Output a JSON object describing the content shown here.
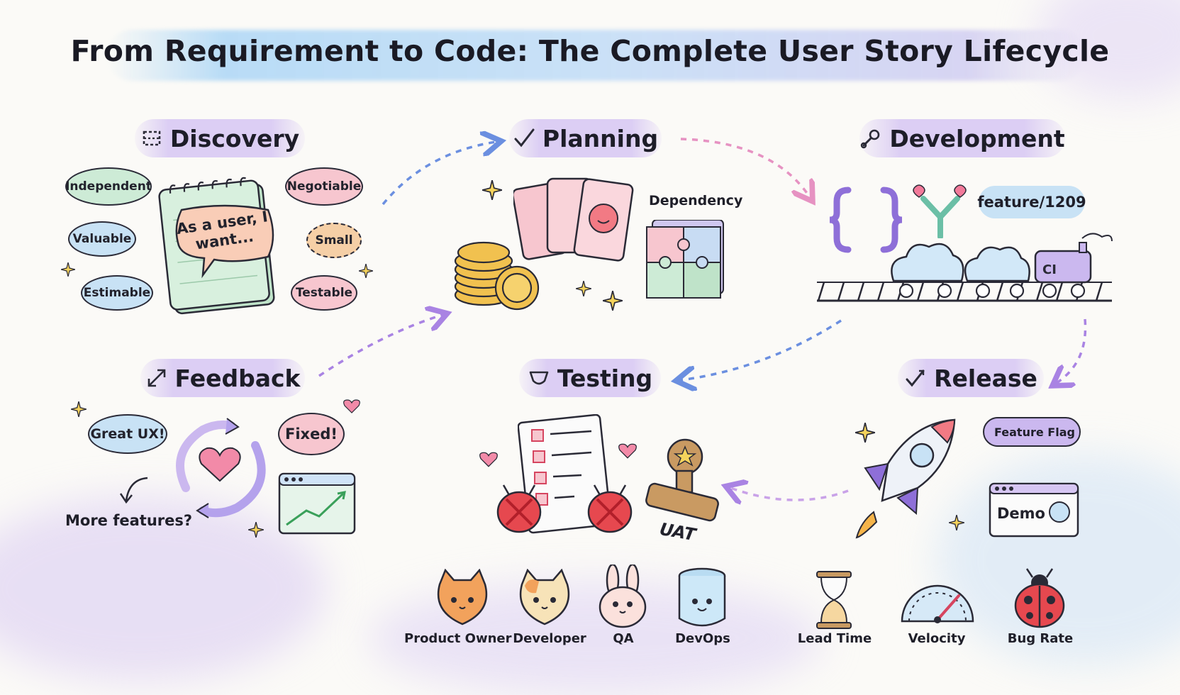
{
  "title": "From Requirement to Code: The Complete User Story Lifecycle",
  "stages": {
    "discovery": {
      "label": "Discovery",
      "icon": "dashed-square-icon"
    },
    "planning": {
      "label": "Planning",
      "icon": "checkmark-icon"
    },
    "development": {
      "label": "Development",
      "icon": "wrench-icon"
    },
    "feedback": {
      "label": "Feedback",
      "icon": "diagonal-arrows-icon"
    },
    "testing": {
      "label": "Testing",
      "icon": "shield-icon"
    },
    "release": {
      "label": "Release",
      "icon": "check-arrow-icon"
    }
  },
  "discovery": {
    "invest": [
      "Independent",
      "Negotiable",
      "Valuable",
      "Small",
      "Estimable",
      "Testable"
    ],
    "story_note": "As a user, I want..."
  },
  "planning": {
    "dependency_label": "Dependency"
  },
  "development": {
    "branch_label": "feature/1209",
    "ci_label": "CI"
  },
  "feedback": {
    "bubble_1": "Great UX!",
    "bubble_2": "Fixed!",
    "question": "More features?"
  },
  "testing": {
    "uat_label": "UAT"
  },
  "release": {
    "flag_label": "Feature Flag",
    "demo_label": "Demo"
  },
  "personas": [
    "Product Owner",
    "Developer",
    "QA",
    "DevOps"
  ],
  "metrics": [
    "Lead Time",
    "Velocity",
    "Bug Rate"
  ],
  "colors": {
    "mint": "#cdebd6",
    "pink": "#f7c6cf",
    "blue": "#c8e2f5",
    "lavender": "#d6c6f3",
    "arrow_blue": "#6b8fe0",
    "arrow_pink": "#e692c2",
    "arrow_purple": "#a983e3"
  }
}
